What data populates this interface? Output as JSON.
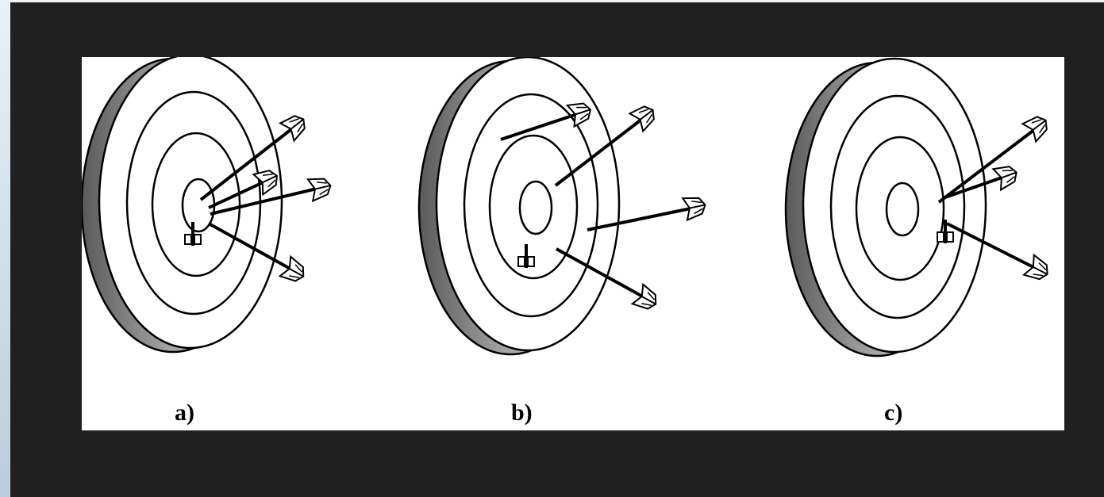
{
  "figure": {
    "panels": [
      {
        "id": "a",
        "label": "a)"
      },
      {
        "id": "b",
        "label": "b)"
      },
      {
        "id": "c",
        "label": "c)"
      }
    ]
  },
  "colors": {
    "page_background": "#202020",
    "figure_background": "#ffffff",
    "ink": "#000000",
    "target_rim_shade": "#9a9a9a",
    "side_strip": "#cfdde8"
  },
  "icons": [
    "target-icon",
    "arrow-icon"
  ]
}
